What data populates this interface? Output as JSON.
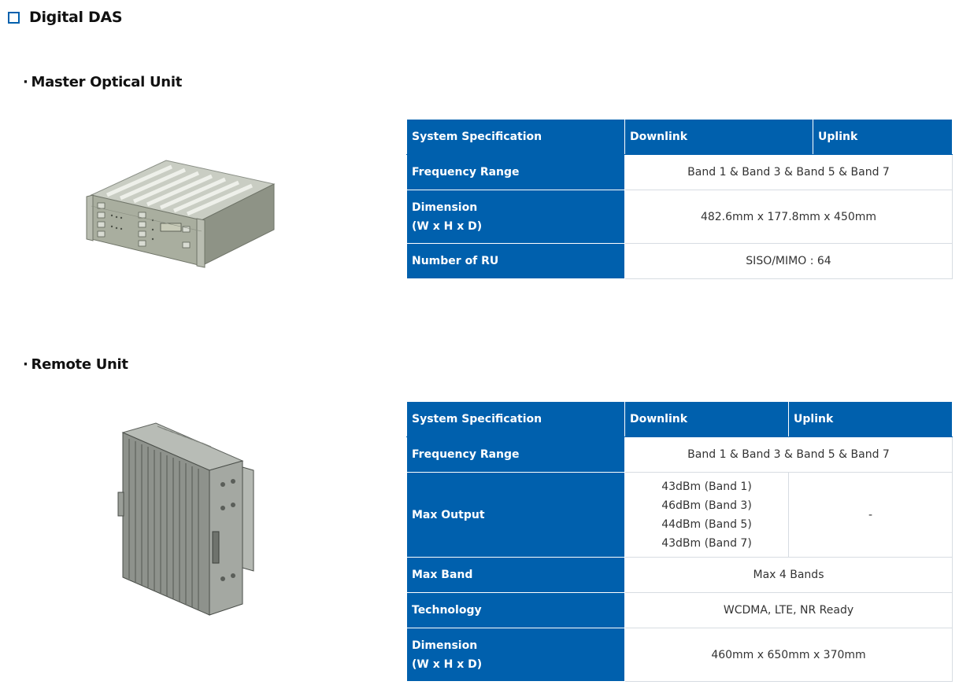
{
  "page": {
    "title": "Digital DAS"
  },
  "master_optical_unit": {
    "title": "Master Optical Unit",
    "headers": [
      "System Specification",
      "Downlink",
      "Uplink"
    ],
    "rows": [
      {
        "label": "Frequency Range",
        "value": "Band 1 & Band 3 & Band 5 & Band 7"
      },
      {
        "label_line1": "Dimension",
        "label_line2": "(W x H x D)",
        "value": "482.6mm x 177.8mm x 450mm"
      },
      {
        "label": "Number of RU",
        "value": "SISO/MIMO : 64"
      }
    ]
  },
  "remote_unit": {
    "title": "Remote Unit",
    "headers": [
      "System Specification",
      "Downlink",
      "Uplink"
    ],
    "rows": [
      {
        "label": "Frequency Range",
        "value": "Band 1 & Band 3 & Band 5 & Band 7"
      },
      {
        "label": "Max Output",
        "downlink": [
          "43dBm (Band 1)",
          "46dBm (Band 3)",
          "44dBm (Band 5)",
          "43dBm (Band 7)"
        ],
        "uplink": "-"
      },
      {
        "label": "Max Band",
        "value": "Max 4 Bands"
      },
      {
        "label": "Technology",
        "value": "WCDMA, LTE, NR Ready"
      },
      {
        "label_line1": "Dimension",
        "label_line2": "(W x H x D)",
        "value": "460mm x 650mm x 370mm"
      }
    ]
  },
  "colors": {
    "header_blue": "#0060ad",
    "border": "#d7dce2"
  },
  "icons": {
    "title_marker": "hollow-square-icon"
  }
}
